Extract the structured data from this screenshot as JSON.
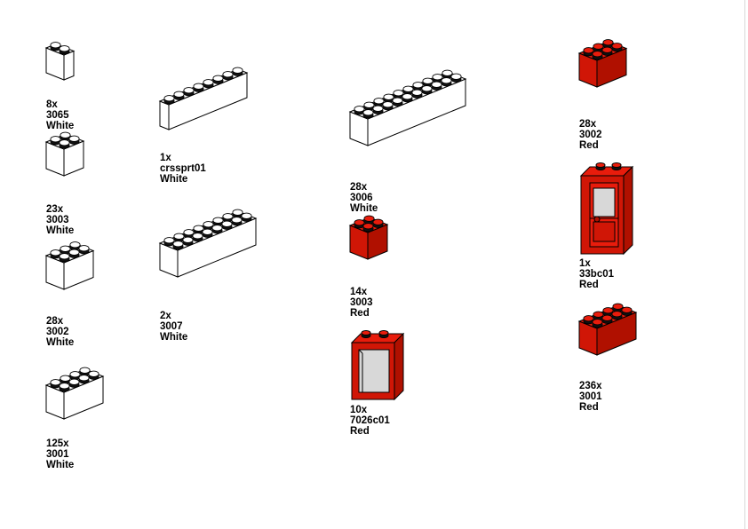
{
  "colors": {
    "white_brick": "#ffffff",
    "red_top": "#e81c0c",
    "red_left": "#d01606",
    "red_right": "#b01000",
    "outline": "#000000",
    "window_glass": "#d8d8d8"
  },
  "parts": [
    {
      "qty": "8x",
      "part": "3065",
      "color": "White"
    },
    {
      "qty": "23x",
      "part": "3003",
      "color": "White"
    },
    {
      "qty": "28x",
      "part": "3002",
      "color": "White"
    },
    {
      "qty": "125x",
      "part": "3001",
      "color": "White"
    },
    {
      "qty": "1x",
      "part": "crssprt01",
      "color": "White"
    },
    {
      "qty": "2x",
      "part": "3007",
      "color": "White"
    },
    {
      "qty": "28x",
      "part": "3006",
      "color": "White"
    },
    {
      "qty": "14x",
      "part": "3003",
      "color": "Red"
    },
    {
      "qty": "10x",
      "part": "7026c01",
      "color": "Red"
    },
    {
      "qty": "28x",
      "part": "3002",
      "color": "Red"
    },
    {
      "qty": "1x",
      "part": "33bc01",
      "color": "Red"
    },
    {
      "qty": "236x",
      "part": "3001",
      "color": "Red"
    }
  ]
}
